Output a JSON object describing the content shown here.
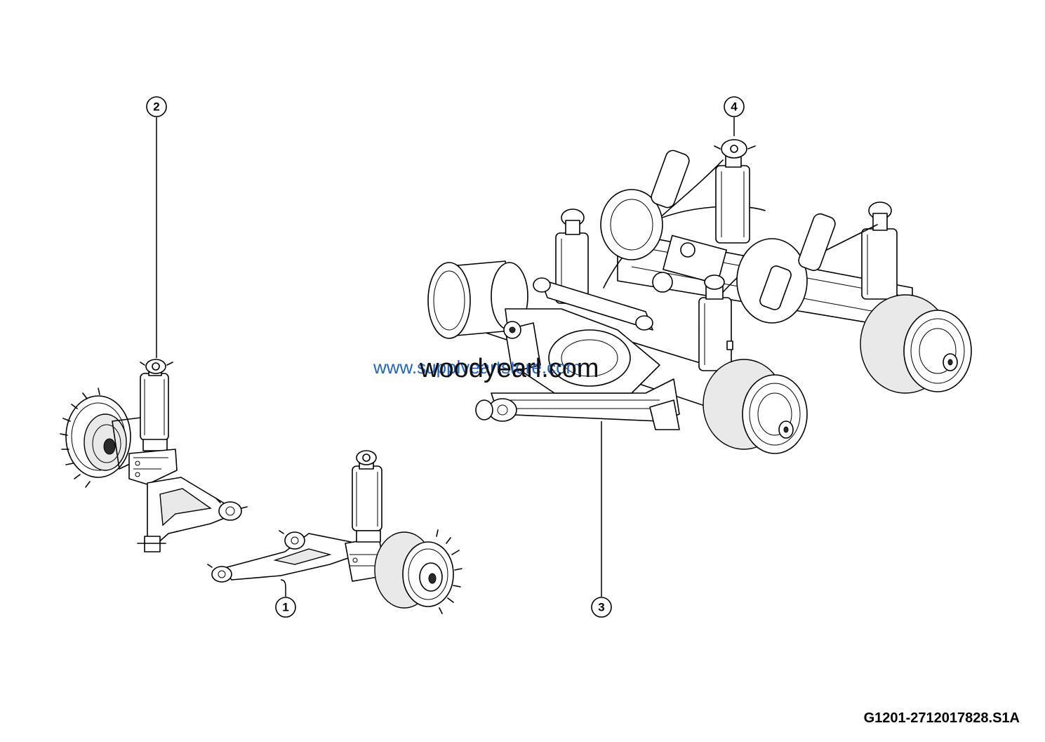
{
  "diagram": {
    "callouts": [
      {
        "label": "1",
        "part": "front-left-axle-assembly"
      },
      {
        "label": "2",
        "part": "front-right-axle-assembly"
      },
      {
        "label": "3",
        "part": "rear-bogie-axle-assembly"
      },
      {
        "label": "4",
        "part": "rear-air-spring"
      }
    ],
    "drawing_code": "G1201-2712017828.S1A"
  },
  "watermarks": {
    "blue": "www.supplyeartstore.com",
    "black": "woodyearl.com"
  },
  "colors": {
    "line": "#000000",
    "watermark_blue": "#1f64c8",
    "background": "#ffffff"
  }
}
